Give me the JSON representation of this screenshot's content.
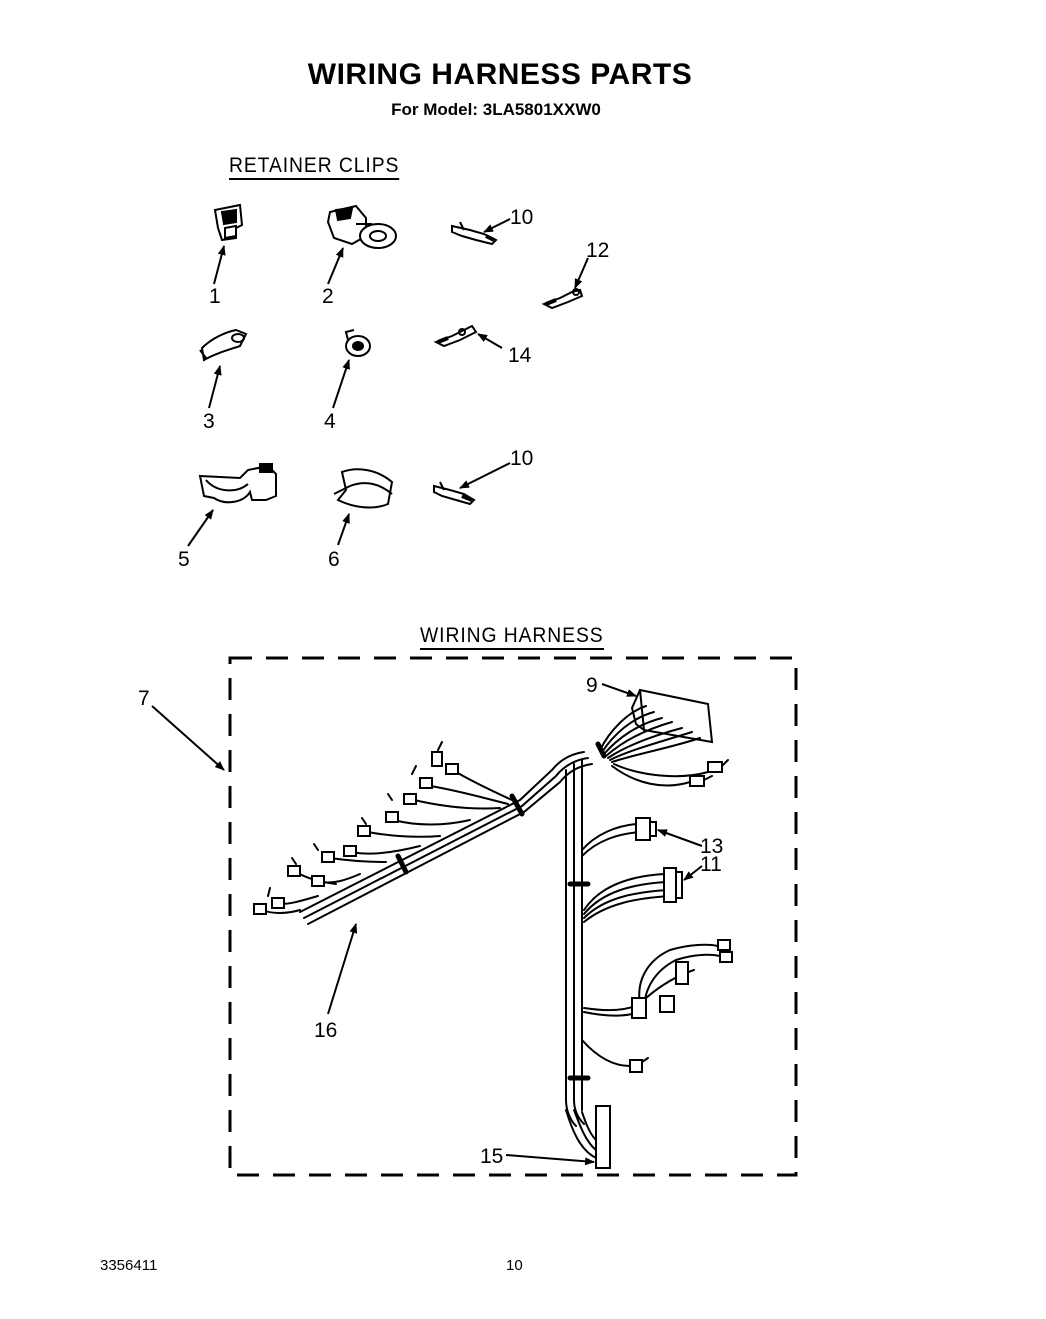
{
  "header": {
    "title": "WIRING HARNESS PARTS",
    "model_line": "For Model: 3LA5801XXW0"
  },
  "sections": {
    "retainer_clips": "RETAINER CLIPS",
    "wiring_harness": "WIRING HARNESS"
  },
  "callouts": {
    "c1": "1",
    "c2": "2",
    "c3": "3",
    "c4": "4",
    "c5": "5",
    "c6": "6",
    "c7": "7",
    "c9": "9",
    "c10a": "10",
    "c10b": "10",
    "c11": "11",
    "c12": "12",
    "c13": "13",
    "c14": "14",
    "c15": "15",
    "c16": "16"
  },
  "footer": {
    "doc_number": "3356411",
    "page_number": "10"
  }
}
